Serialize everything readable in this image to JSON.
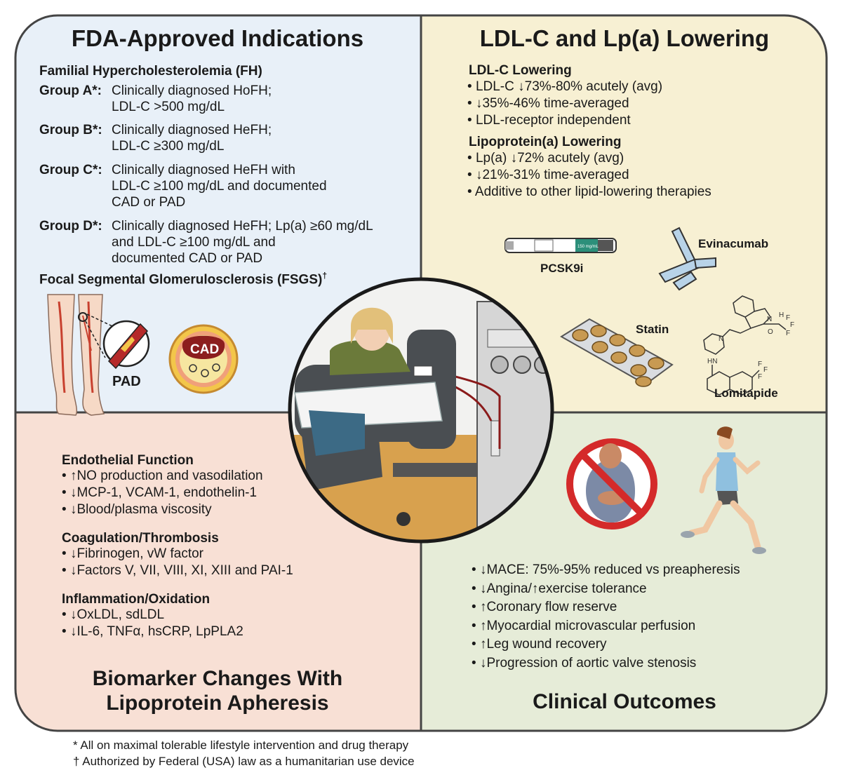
{
  "colors": {
    "tl": "#e8f0f8",
    "tr": "#f7f0d3",
    "bl": "#f8e0d5",
    "br": "#e6ecd8",
    "border": "#444444",
    "artery": "#b52a2a",
    "stop": "#d42a2a"
  },
  "tl": {
    "title": "FDA-Approved Indications",
    "fh_heading": "Familial Hypercholesterolemia (FH)",
    "groups": [
      {
        "label": "Group A*:",
        "text": "Clinically diagnosed HoFH;\nLDL-C >500 mg/dL"
      },
      {
        "label": "Group B*:",
        "text": "Clinically diagnosed HeFH;\nLDL-C ≥300 mg/dL"
      },
      {
        "label": "Group C*:",
        "text": "Clinically diagnosed HeFH with\nLDL-C ≥100 mg/dL and documented\nCAD or PAD"
      },
      {
        "label": "Group D*:",
        "text": "Clinically diagnosed HeFH; Lp(a) ≥60 mg/dL\nand LDL-C ≥100 mg/dL and\ndocumented CAD or PAD"
      }
    ],
    "fsgs": "Focal Segmental Glomerulosclerosis (FSGS)",
    "fsgs_mark": "†",
    "pad_label": "PAD",
    "cad_label": "CAD"
  },
  "tr": {
    "title": "LDL-C and Lp(a) Lowering",
    "ldl_heading": "LDL-C Lowering",
    "ldl_items": [
      {
        "bullet": "•",
        "pre": "LDL-C ",
        "arrow": "down",
        "text": "73%-80% acutely (avg)"
      },
      {
        "bullet": "•",
        "pre": "",
        "arrow": "down",
        "text": "35%-46% time-averaged"
      },
      {
        "bullet": "•",
        "pre": "",
        "arrow": "",
        "text": "LDL-receptor independent"
      }
    ],
    "lpa_heading": "Lipoprotein(a) Lowering",
    "lpa_items": [
      {
        "bullet": "•",
        "pre": " Lp(a) ",
        "arrow": "down",
        "text": "72% acutely (avg)"
      },
      {
        "bullet": "•",
        "pre": "",
        "arrow": "down",
        "text": "21%-31% time-averaged"
      },
      {
        "bullet": "•",
        "pre": "",
        "arrow": "",
        "text": "Additive to other lipid-lowering therapies"
      }
    ],
    "pcsk9i": "PCSK9i",
    "pen_text": "150 mg/mL",
    "evinacumab": "Evinacumab",
    "statin": "Statin",
    "lomitapide": "Lomitapide",
    "mol_n1": "N",
    "mol_h": "H",
    "mol_n2": "N",
    "mol_hn": "HN",
    "mol_f1": "F",
    "mol_f2": "F",
    "mol_f3": "F",
    "mol_o": "O",
    "mol_f4": "F",
    "mol_f5": "F",
    "mol_f6": "F"
  },
  "bl": {
    "sections": [
      {
        "heading": "Endothelial Function",
        "items": [
          {
            "arrow": "up",
            "text": "NO production and vasodilation"
          },
          {
            "arrow": "down",
            "text": "MCP-1, VCAM-1, endothelin-1"
          },
          {
            "arrow": "down",
            "text": "Blood/plasma viscosity"
          }
        ]
      },
      {
        "heading": "Coagulation/Thrombosis",
        "items": [
          {
            "arrow": "down",
            "text": "Fibrinogen, vW factor"
          },
          {
            "arrow": "down",
            "text": "Factors V, VII, VIII, XI, XIII and PAI-1"
          }
        ]
      },
      {
        "heading": "Inflammation/Oxidation",
        "items": [
          {
            "arrow": "down",
            "text": "OxLDL, sdLDL"
          },
          {
            "arrow": "down",
            "text": "IL-6, TNFα, hsCRP, LpPLA2"
          }
        ]
      }
    ],
    "bullet": "•",
    "title_line1": "Biomarker Changes With",
    "title_line2": "Lipoprotein Apheresis"
  },
  "br": {
    "items": [
      {
        "bullet": "•",
        "parts": [
          {
            "arrow": "down"
          },
          {
            "text": "MACE: 75%-95% reduced vs preapheresis"
          }
        ]
      },
      {
        "bullet": "•",
        "parts": [
          {
            "arrow": "down"
          },
          {
            "text": "Angina/"
          },
          {
            "arrow": "up"
          },
          {
            "text": "exercise tolerance"
          }
        ]
      },
      {
        "bullet": "•",
        "parts": [
          {
            "arrow": "up"
          },
          {
            "text": "Coronary flow reserve"
          }
        ]
      },
      {
        "bullet": "•",
        "parts": [
          {
            "arrow": "up"
          },
          {
            "text": "Myocardial microvascular perfusion"
          }
        ]
      },
      {
        "bullet": "•",
        "parts": [
          {
            "arrow": "up"
          },
          {
            "text": "Leg wound recovery"
          }
        ]
      },
      {
        "bullet": "•",
        "parts": [
          {
            "arrow": "down"
          },
          {
            "text": "Progression of aortic valve stenosis"
          }
        ]
      }
    ],
    "title": "Clinical Outcomes"
  },
  "footnotes": [
    "* All on maximal tolerable lifestyle intervention and drug therapy",
    "† Authorized by Federal (USA) law as a humanitarian use device"
  ],
  "icons": {
    "up": "arrow-up-icon",
    "down": "arrow-down-icon",
    "legs": "legs-illustration",
    "artery": "artery-plaque-icon",
    "cad": "coronary-artery-icon",
    "pen": "injection-pen-icon",
    "antibody": "antibody-icon",
    "pills": "pill-blister-icon",
    "molecule": "molecule-structure-icon",
    "patient": "apheresis-patient-illustration",
    "no_heart": "no-chest-pain-icon",
    "runner": "runner-icon"
  }
}
